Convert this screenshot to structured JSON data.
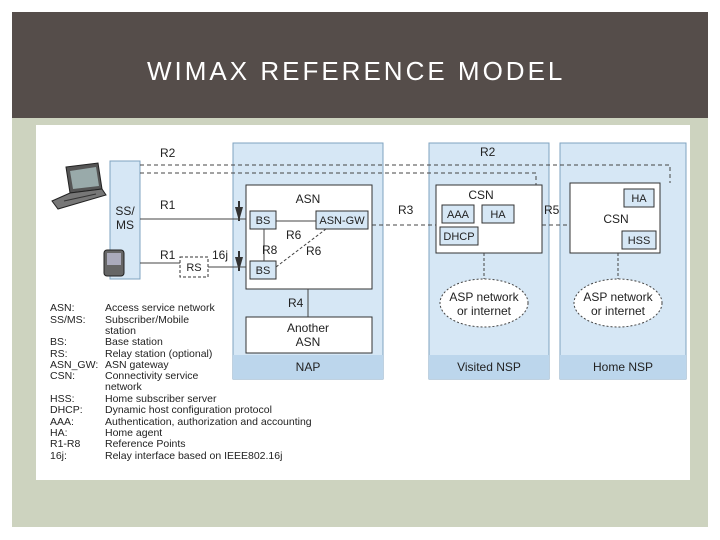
{
  "slide": {
    "title": "WIMAX REFERENCE MODEL"
  },
  "colors": {
    "header_bg": "#554d4a",
    "frame_bg": "#cdd3bf",
    "region_fill": "#d6e7f5",
    "region_stroke": "#7fa3c0"
  },
  "diagram": {
    "regions": {
      "nap": "NAP",
      "visited_nsp": "Visited NSP",
      "home_nsp": "Home NSP"
    },
    "nodes": {
      "ss_ms": [
        "SS/",
        "MS"
      ],
      "asn": "ASN",
      "bs_top": "BS",
      "asn_gw": "ASN-GW",
      "bs_bottom": "BS",
      "rs": "RS",
      "another_asn": [
        "Another",
        "ASN"
      ],
      "visited_csn": "CSN",
      "visited_aaa": "AAA",
      "visited_ha": "HA",
      "visited_dhcp": "DHCP",
      "home_csn": "CSN",
      "home_ha": "HA",
      "home_hss": "HSS",
      "visited_cloud": [
        "ASP network",
        "or internet"
      ],
      "home_cloud": [
        "ASP network",
        "or internet"
      ]
    },
    "references": {
      "r2_left": "R2",
      "r2_right": "R2",
      "r1_top": "R1",
      "r1_bottom": "R1",
      "i16j": "16j",
      "r3": "R3",
      "r5": "R5",
      "r6_top": "R6",
      "r8": "R8",
      "r6_bottom": "R6",
      "r4": "R4"
    },
    "legend": [
      {
        "term": "ASN:",
        "desc": [
          "Access service network"
        ]
      },
      {
        "term": "SS/MS:",
        "desc": [
          "Subscriber/Mobile",
          "station"
        ]
      },
      {
        "term": "BS:",
        "desc": [
          "Base station"
        ]
      },
      {
        "term": "RS:",
        "desc": [
          "Relay station (optional)"
        ]
      },
      {
        "term": "ASN_GW:",
        "desc": [
          "ASN gateway"
        ]
      },
      {
        "term": "CSN:",
        "desc": [
          "Connectivity service",
          "network"
        ]
      },
      {
        "term": "HSS:",
        "desc": [
          "Home subscriber server"
        ]
      },
      {
        "term": "DHCP:",
        "desc": [
          "Dynamic host configuration protocol"
        ]
      },
      {
        "term": "AAA:",
        "desc": [
          "Authentication, authorization and accounting"
        ]
      },
      {
        "term": "HA:",
        "desc": [
          "Home agent"
        ]
      },
      {
        "term": "R1-R8",
        "desc": [
          "Reference Points"
        ]
      },
      {
        "term": "16j:",
        "desc": [
          "Relay interface based on IEEE802.16j"
        ]
      }
    ]
  }
}
